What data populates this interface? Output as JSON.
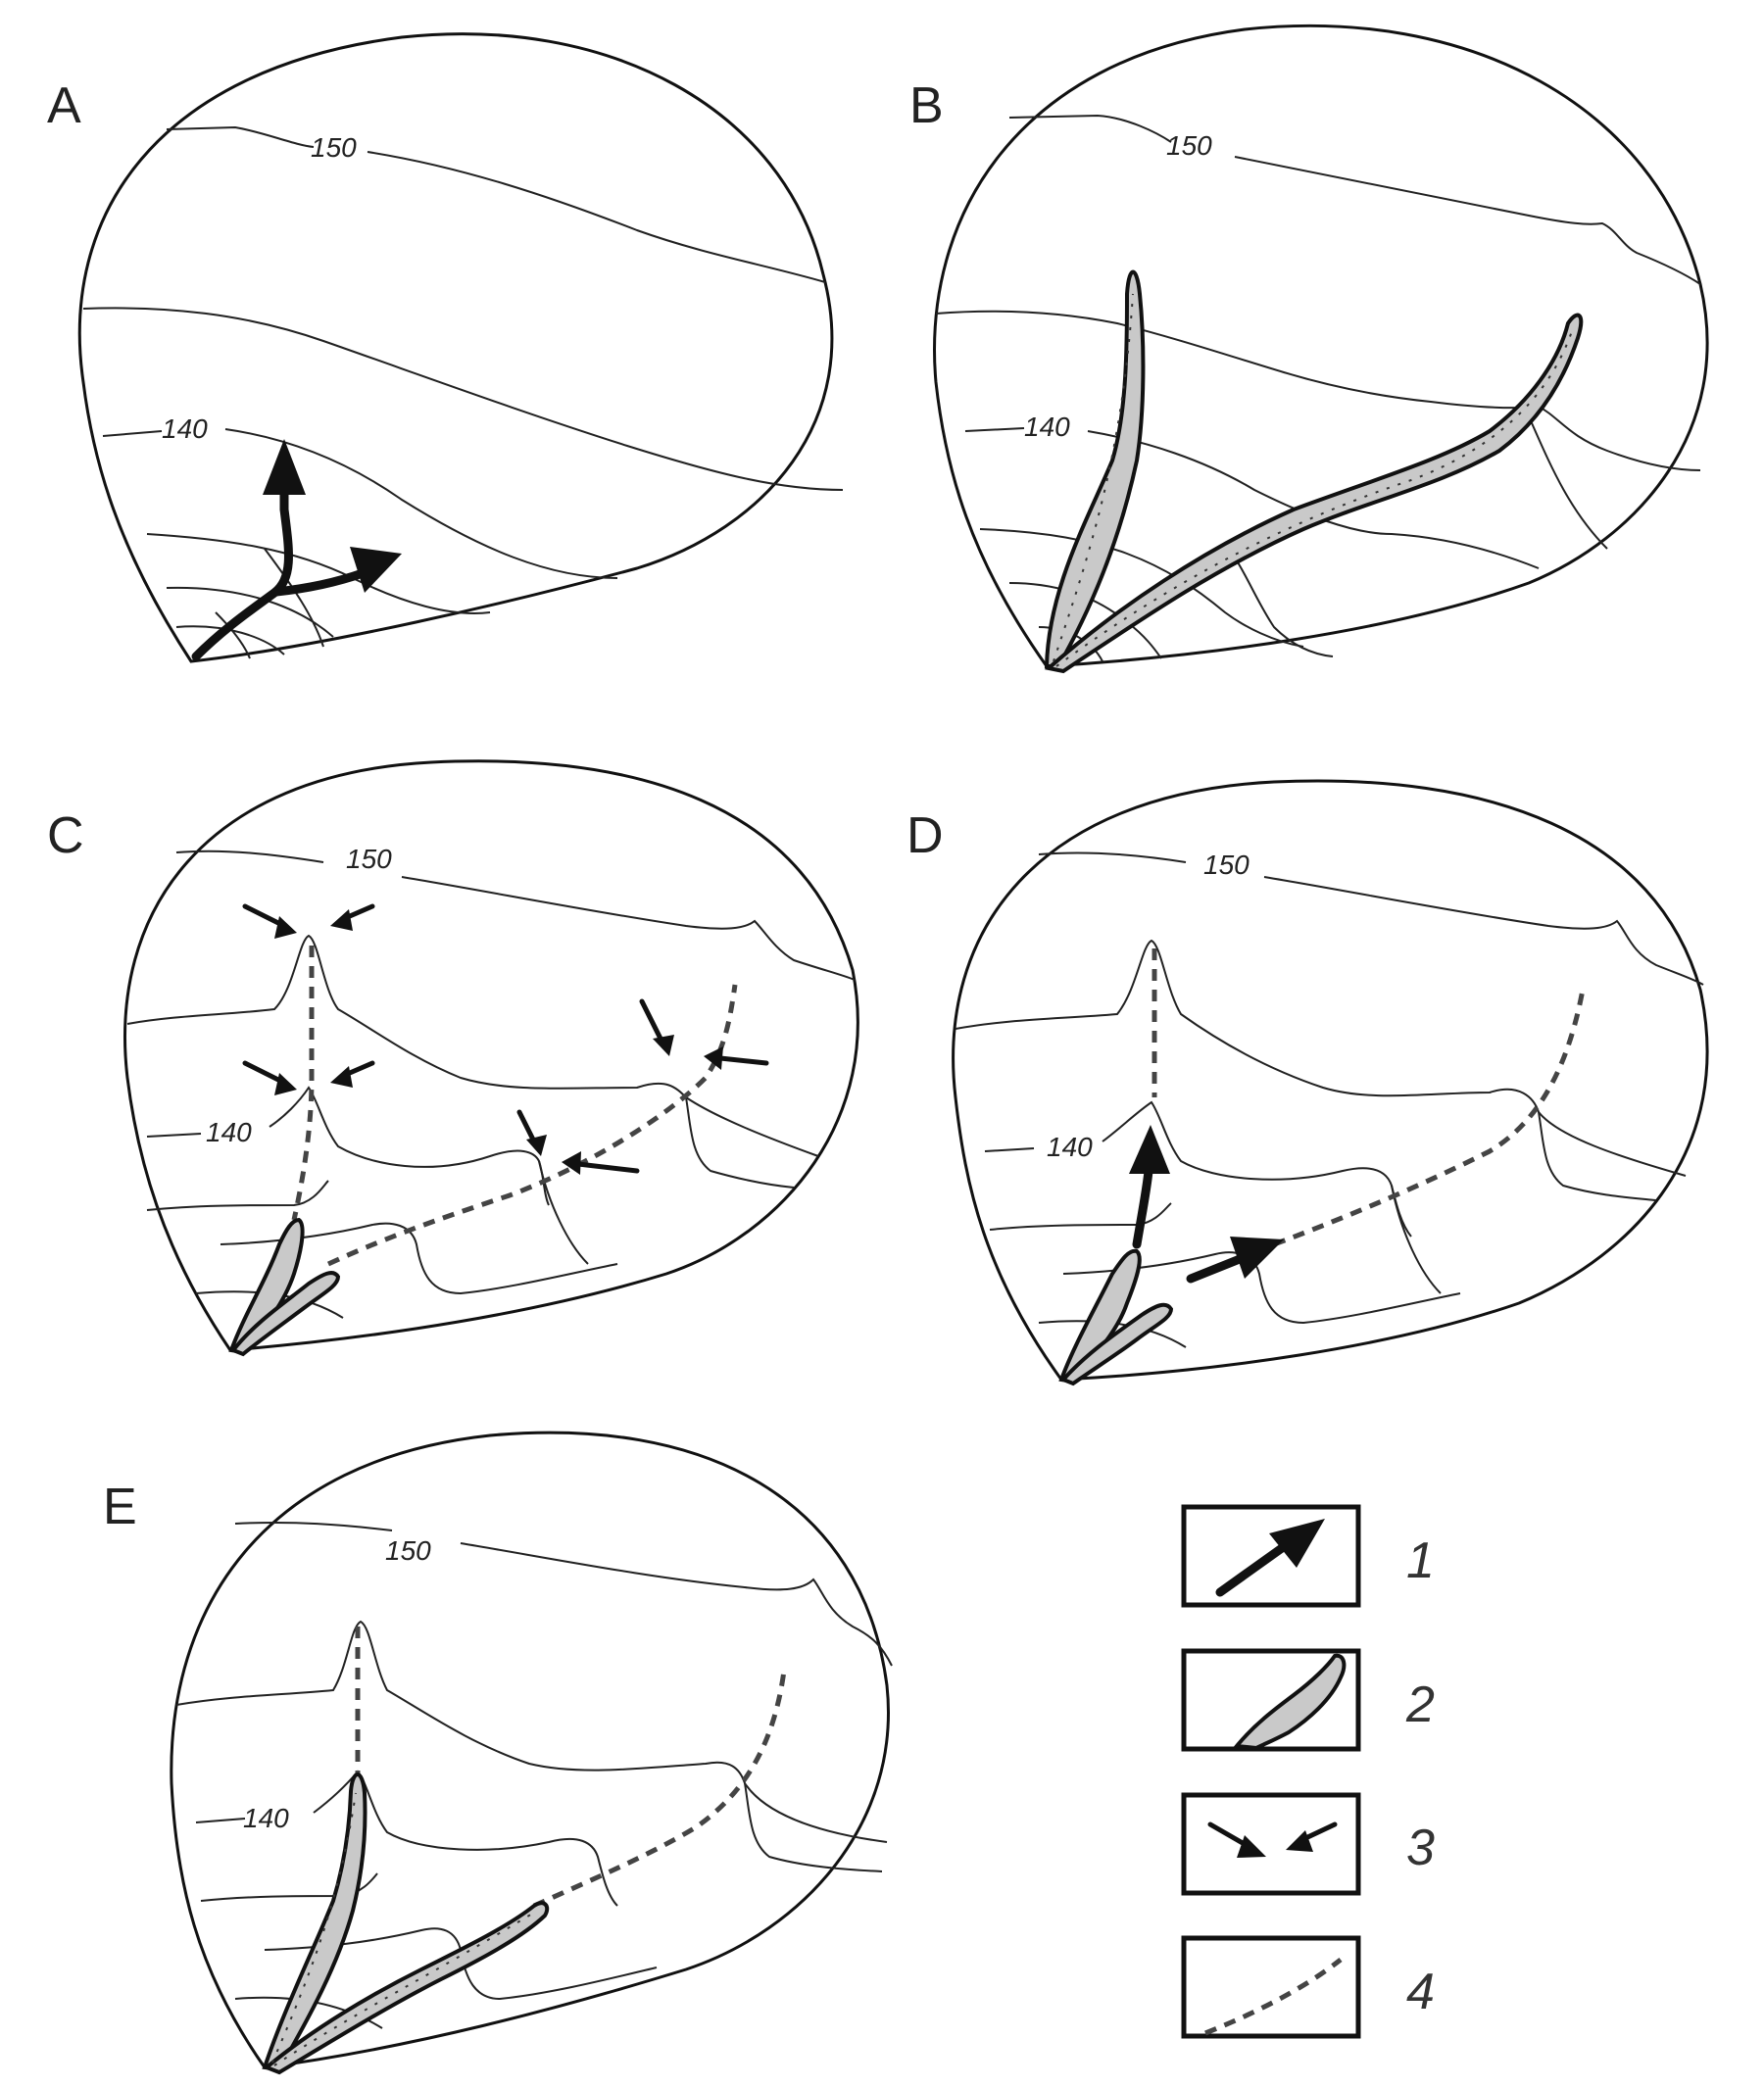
{
  "panels": [
    {
      "label": "A",
      "contour_high": "150",
      "contour_low": "140"
    },
    {
      "label": "B",
      "contour_high": "150",
      "contour_low": "140"
    },
    {
      "label": "C",
      "contour_high": "150",
      "contour_low": "140"
    },
    {
      "label": "D",
      "contour_high": "150",
      "contour_low": "140"
    },
    {
      "label": "E",
      "contour_high": "150",
      "contour_low": "140"
    }
  ],
  "legend": {
    "items": [
      {
        "number": "1",
        "symbol": "bold-arrow-icon"
      },
      {
        "number": "2",
        "symbol": "channel-fill-icon"
      },
      {
        "number": "3",
        "symbol": "converging-arrows-icon"
      },
      {
        "number": "4",
        "symbol": "dashed-line-icon"
      }
    ]
  }
}
